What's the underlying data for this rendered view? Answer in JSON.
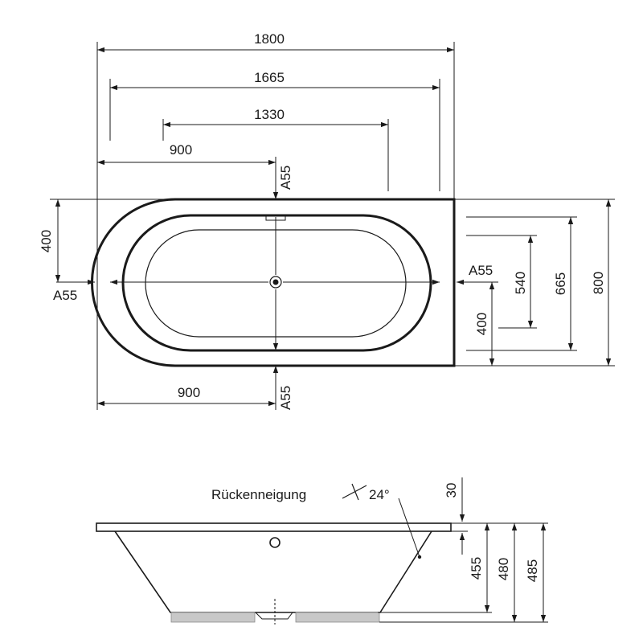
{
  "top_view": {
    "dims": {
      "overall_length": "1800",
      "inner_length": "1665",
      "basin_length": "1330",
      "half_length_top": "900",
      "half_length_bottom": "900",
      "overall_width": "800",
      "inner_width": "665",
      "basin_width": "540",
      "offset_right": "400",
      "offset_left": "400"
    },
    "drain_marks": {
      "top": "A55",
      "bottom": "A55",
      "left": "A55",
      "right": "A55"
    }
  },
  "side_view": {
    "annotation": "Rückenneigung",
    "angle": "24°",
    "dims": {
      "rim": "30",
      "depth_inner": "455",
      "depth_mid": "480",
      "depth_total": "485"
    }
  }
}
